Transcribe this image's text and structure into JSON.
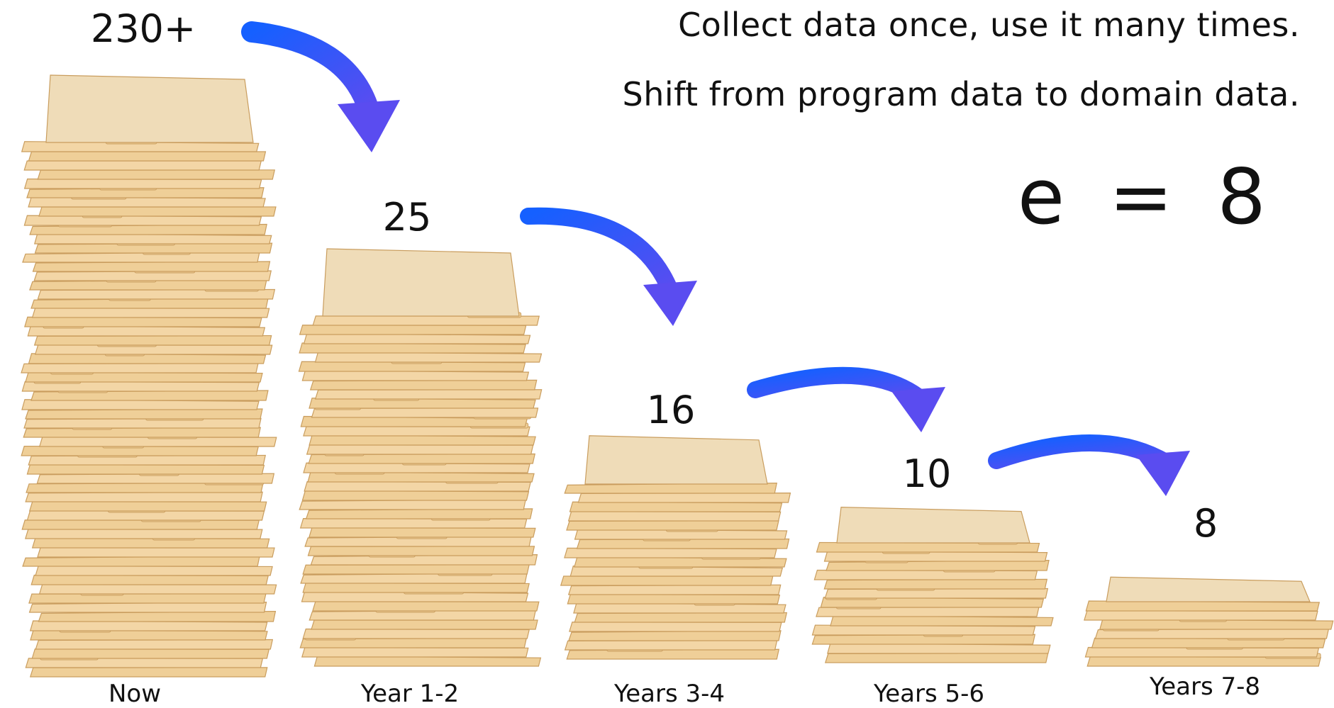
{
  "headlines": {
    "line1": "Collect data once, use it many times.",
    "line2": "Shift from program data to domain data."
  },
  "equation": "e = 8",
  "stages": [
    {
      "count": "230+",
      "period": "Now",
      "folders": 230
    },
    {
      "count": "25",
      "period": "Year 1-2",
      "folders": 25
    },
    {
      "count": "16",
      "period": "Years 3-4",
      "folders": 16
    },
    {
      "count": "10",
      "period": "Years 5-6",
      "folders": 10
    },
    {
      "count": "8",
      "period": "Years 7-8",
      "folders": 8
    }
  ],
  "colors": {
    "arrow_start": "#1560ff",
    "arrow_end": "#5a4cf0",
    "folder_face": "#f3d6a6",
    "folder_edge": "#c99d5e",
    "folder_tab": "#efcf98",
    "folder_cover": "#efdcb8",
    "text": "#111111"
  },
  "icons": {
    "transition": "curved-arrow-icon",
    "stack": "folder-stack-icon"
  }
}
